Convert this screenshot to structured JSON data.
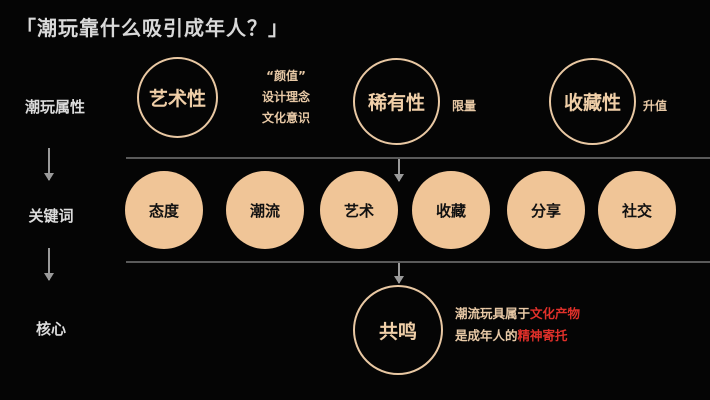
{
  "title": "「潮玩靠什么吸引成年人？」",
  "rows": {
    "attributes": "潮玩属性",
    "keywords": "关键词",
    "core": "核心"
  },
  "attributes": [
    {
      "label": "艺术性",
      "notes": [
        "“颜值”",
        "设计理念",
        "文化意识"
      ]
    },
    {
      "label": "稀有性",
      "notes": [
        "限量"
      ]
    },
    {
      "label": "收藏性",
      "notes": [
        "升值"
      ]
    }
  ],
  "keywords": [
    "态度",
    "潮流",
    "艺术",
    "收藏",
    "分享",
    "社交"
  ],
  "core": {
    "label": "共鸣",
    "line1_prefix": "潮流玩具属于",
    "line1_highlight": "文化产物",
    "line2_prefix": "是成年人的",
    "line2_highlight": "精神寄托"
  },
  "colors": {
    "background": "#050505",
    "ring": "#e9c8a3",
    "disc": "#f0c597",
    "highlight": "#e0302a"
  }
}
